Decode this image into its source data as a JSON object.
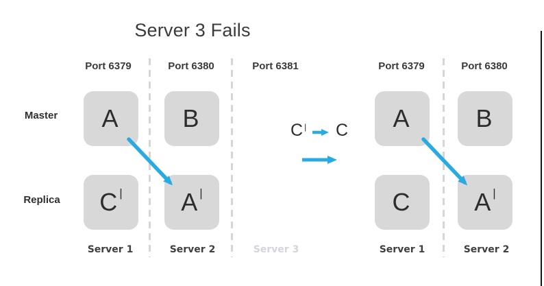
{
  "title": "Server 3 Fails",
  "colors": {
    "arrow_blue": "#29abe2",
    "box_gray": "#d8d8d8",
    "text_dark": "#3a3a3a",
    "muted_gray": "#d2d6db"
  },
  "left_diagram": {
    "ports": [
      "Port 6379",
      "Port 6380",
      "Port 6381"
    ],
    "row_labels": {
      "master": "Master",
      "replica": "Replica"
    },
    "boxes": {
      "master": [
        {
          "letter": "A",
          "prime": ""
        },
        {
          "letter": "B",
          "prime": ""
        }
      ],
      "replica": [
        {
          "letter": "C",
          "prime": "|"
        },
        {
          "letter": "A",
          "prime": "|"
        }
      ]
    },
    "servers": [
      "Server 1",
      "Server 2",
      "Server 3"
    ]
  },
  "transition": {
    "from_letter": "C",
    "from_prime": "|",
    "to_letter": "C"
  },
  "right_diagram": {
    "ports": [
      "Port 6379",
      "Port 6380"
    ],
    "boxes": {
      "master": [
        {
          "letter": "A",
          "prime": ""
        },
        {
          "letter": "B",
          "prime": ""
        }
      ],
      "replica": [
        {
          "letter": "C",
          "prime": ""
        },
        {
          "letter": "A",
          "prime": "|"
        }
      ]
    },
    "servers": [
      "Server 1",
      "Server 2"
    ]
  }
}
